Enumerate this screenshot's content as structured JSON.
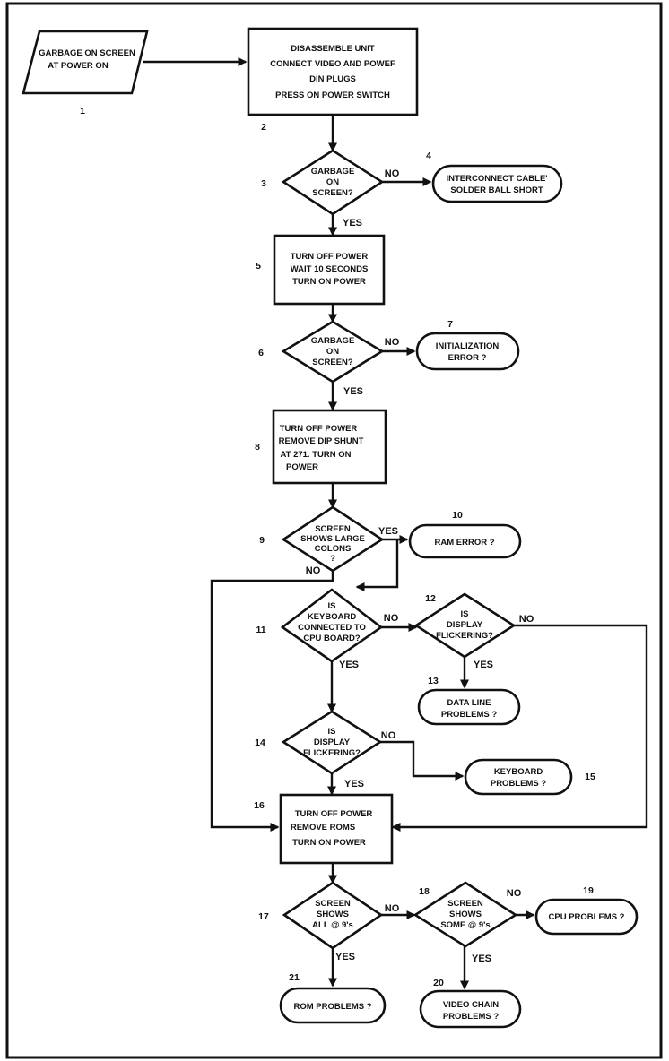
{
  "nodes": {
    "n1": {
      "number": "1",
      "lines": [
        "GARBAGE ON SCREEN",
        "AT POWER ON"
      ]
    },
    "n2": {
      "number": "2",
      "lines": [
        "DISASSEMBLE UNIT",
        "CONNECT VIDEO AND POWEF",
        "DIN PLUGS",
        "PRESS ON POWER SWITCH"
      ]
    },
    "n3": {
      "number": "3",
      "lines": [
        "GARBAGE",
        "ON",
        "SCREEN?"
      ]
    },
    "n4": {
      "number": "4",
      "lines": [
        "INTERCONNECT CABLE'",
        "SOLDER BALL SHORT"
      ]
    },
    "n5": {
      "number": "5",
      "lines": [
        "TURN OFF POWER",
        "WAIT 10 SECONDS",
        "TURN ON POWER"
      ]
    },
    "n6": {
      "number": "6",
      "lines": [
        "GARBAGE",
        "ON",
        "SCREEN?"
      ]
    },
    "n7": {
      "number": "7",
      "lines": [
        "INITIALIZATION",
        "ERROR ?"
      ]
    },
    "n8": {
      "number": "8",
      "lines": [
        "TURN OFF POWER",
        "REMOVE DIP SHUNT",
        "AT 271. TURN ON",
        "POWER"
      ]
    },
    "n9": {
      "number": "9",
      "lines": [
        "SCREEN",
        "SHOWS LARGE",
        "COLONS",
        "?"
      ]
    },
    "n10": {
      "number": "10",
      "lines": [
        "RAM ERROR ?"
      ]
    },
    "n11": {
      "number": "11",
      "lines": [
        "IS",
        "KEYBOARD",
        "CONNECTED TO",
        "CPU BOARD?"
      ]
    },
    "n12": {
      "number": "12",
      "lines": [
        "IS",
        "DISPLAY",
        "FLICKERING?"
      ]
    },
    "n13": {
      "number": "13",
      "lines": [
        "DATA LINE",
        "PROBLEMS ?"
      ]
    },
    "n14": {
      "number": "14",
      "lines": [
        "IS",
        "DISPLAY",
        "FLICKERING?"
      ]
    },
    "n15": {
      "number": "15",
      "lines": [
        "KEYBOARD",
        "PROBLEMS ?"
      ]
    },
    "n16": {
      "number": "16",
      "lines": [
        "TURN OFF POWER",
        "REMOVE ROMS",
        "TURN ON POWER"
      ]
    },
    "n17": {
      "number": "17",
      "lines": [
        "SCREEN",
        "SHOWS",
        "ALL @ 9's"
      ]
    },
    "n18": {
      "number": "18",
      "lines": [
        "SCREEN",
        "SHOWS",
        "SOME @ 9's"
      ]
    },
    "n19": {
      "number": "19",
      "lines": [
        "CPU PROBLEMS ?"
      ]
    },
    "n20": {
      "number": "20",
      "lines": [
        "VIDEO CHAIN",
        "PROBLEMS ?"
      ]
    },
    "n21": {
      "number": "21",
      "lines": [
        "ROM PROBLEMS ?"
      ]
    }
  },
  "edge_labels": {
    "yes": "YES",
    "no": "NO"
  },
  "colors": {
    "ink": "#111111",
    "paper": "#ffffff"
  }
}
